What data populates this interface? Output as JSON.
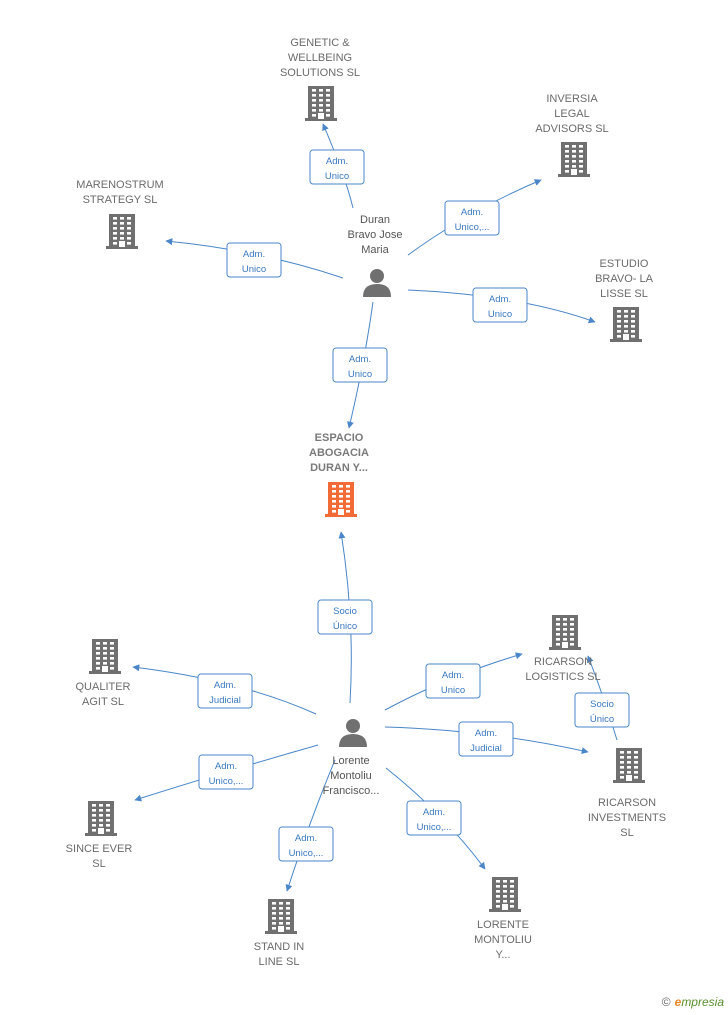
{
  "colors": {
    "company": "#707070",
    "focus": "#f26a35",
    "person": "#707070",
    "edge": "#4a86c8"
  },
  "nodes": [
    {
      "id": "genetic",
      "type": "company",
      "lines": [
        "GENETIC &",
        "WELLBEING",
        "SOLUTIONS  SL"
      ]
    },
    {
      "id": "inversia",
      "type": "company",
      "lines": [
        "INVERSIA",
        "LEGAL",
        "ADVISORS  SL"
      ]
    },
    {
      "id": "marenostrum",
      "type": "company",
      "lines": [
        "MARENOSTRUM",
        "STRATEGY  SL"
      ]
    },
    {
      "id": "estudio",
      "type": "company",
      "lines": [
        "ESTUDIO",
        "BRAVO- LA",
        "LISSE  SL"
      ]
    },
    {
      "id": "duran",
      "type": "person",
      "lines": [
        "Duran",
        "Bravo Jose",
        "Maria"
      ]
    },
    {
      "id": "espacio",
      "type": "focus",
      "lines": [
        "ESPACIO",
        "ABOGACIA",
        "DURAN Y..."
      ]
    },
    {
      "id": "qualiter",
      "type": "company",
      "lines": [
        "QUALITER",
        "AGIT  SL"
      ]
    },
    {
      "id": "ricarson_log",
      "type": "company",
      "lines": [
        "RICARSON",
        "LOGISTICS  SL"
      ]
    },
    {
      "id": "lorente_p",
      "type": "person",
      "lines": [
        "Lorente",
        "Montoliu",
        "Francisco..."
      ]
    },
    {
      "id": "ricarson_inv",
      "type": "company",
      "lines": [
        "RICARSON",
        "INVESTMENTS",
        "SL"
      ]
    },
    {
      "id": "since",
      "type": "company",
      "lines": [
        "SINCE EVER",
        "SL"
      ]
    },
    {
      "id": "stand",
      "type": "company",
      "lines": [
        "STAND IN",
        "LINE  SL"
      ]
    },
    {
      "id": "lorente_y",
      "type": "company",
      "lines": [
        "LORENTE",
        "MONTOLIU",
        "Y..."
      ]
    }
  ],
  "edges": [
    {
      "from": "duran",
      "to": "genetic",
      "label": [
        "Adm.",
        "Unico"
      ]
    },
    {
      "from": "duran",
      "to": "inversia",
      "label": [
        "Adm.",
        "Unico,..."
      ]
    },
    {
      "from": "duran",
      "to": "marenostrum",
      "label": [
        "Adm.",
        "Unico"
      ]
    },
    {
      "from": "duran",
      "to": "estudio",
      "label": [
        "Adm.",
        "Unico"
      ]
    },
    {
      "from": "duran",
      "to": "espacio",
      "label": [
        "Adm.",
        "Unico"
      ]
    },
    {
      "from": "lorente_p",
      "to": "espacio",
      "label": [
        "Socio",
        "Único"
      ]
    },
    {
      "from": "lorente_p",
      "to": "qualiter",
      "label": [
        "Adm.",
        "Judicial"
      ]
    },
    {
      "from": "lorente_p",
      "to": "ricarson_log",
      "label": [
        "Adm.",
        "Unico"
      ]
    },
    {
      "from": "lorente_p",
      "to": "ricarson_inv",
      "label": [
        "Adm.",
        "Judicial"
      ]
    },
    {
      "from": "lorente_p",
      "to": "since",
      "label": [
        "Adm.",
        "Unico,..."
      ]
    },
    {
      "from": "lorente_p",
      "to": "stand",
      "label": [
        "Adm.",
        "Unico,..."
      ]
    },
    {
      "from": "lorente_p",
      "to": "lorente_y",
      "label": [
        "Adm.",
        "Unico,..."
      ]
    },
    {
      "from": "ricarson_inv",
      "to": "ricarson_log",
      "label": [
        "Socio",
        "Único"
      ]
    }
  ],
  "watermark": {
    "copyright": "©",
    "brand_initial": "e",
    "brand_rest": "mpresia"
  }
}
